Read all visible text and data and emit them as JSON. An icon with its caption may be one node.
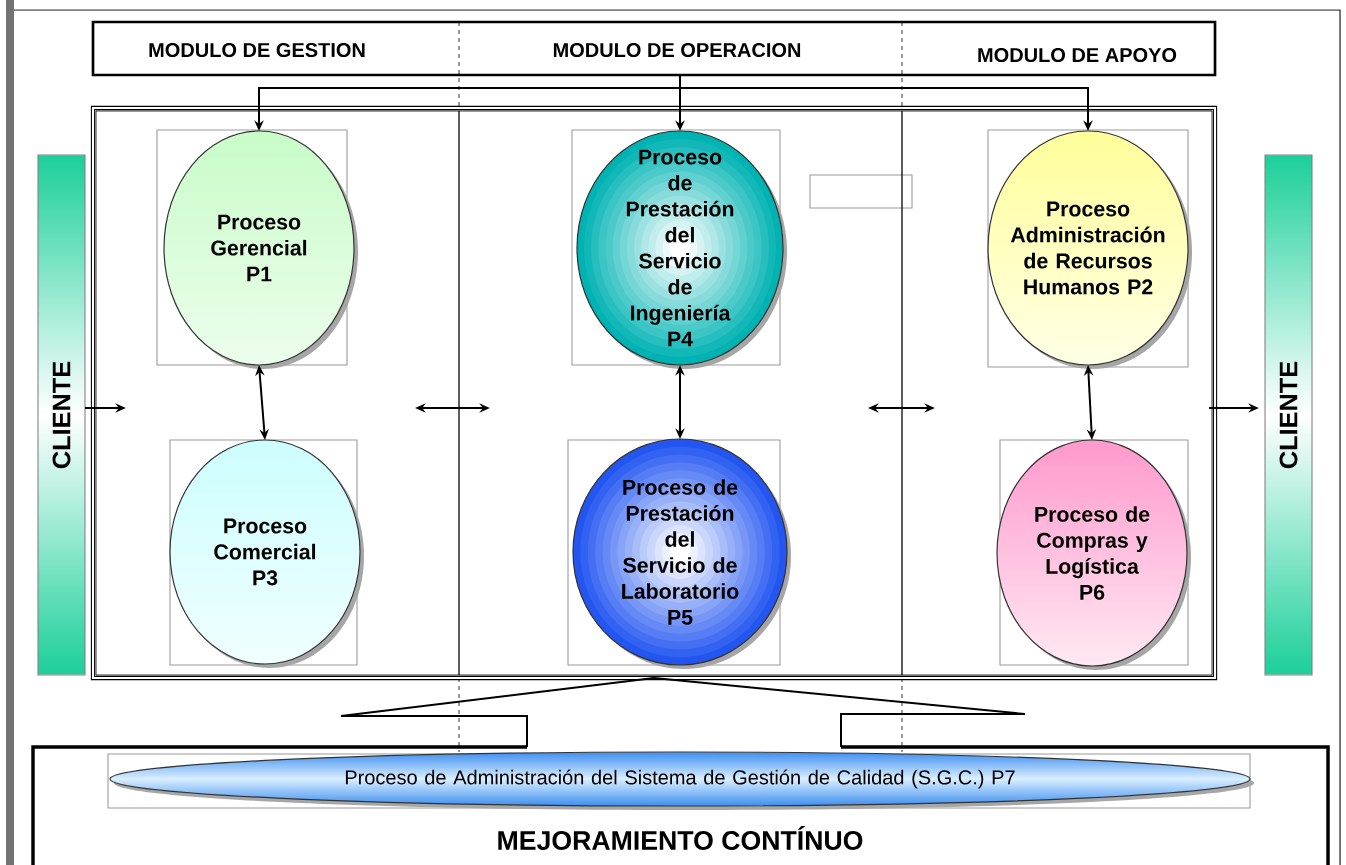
{
  "diagram": {
    "nodes": [
      {
        "text": [
          "MODULO DE GESTION",
          "MODULO DE OPERACION",
          "MODULO DE APOYO"
        ]
      },
      {
        "text": [
          "CLIENTE"
        ]
      },
      {
        "text": [],
        "shape": "box"
      },
      {
        "text": [],
        "shape": "box",
        "in": 2
      },
      {
        "text": [
          "Proceso Gerencial P1"
        ],
        "in": 3
      },
      {
        "text": [
          "Proceso Comercial P3"
        ],
        "in": 3
      },
      {
        "text": [],
        "shape": "box",
        "in": 2
      },
      {
        "text": [
          "Proceso de Prestación del Servicio de Ingeniería P4"
        ],
        "in": 6
      },
      {
        "text": [
          "Proceso de Prestación del Servicio de Laboratorio P5"
        ],
        "in": 6
      },
      {
        "text": [],
        "shape": "box",
        "in": 2
      },
      {
        "text": [
          "Proceso Administración de Recursos Humanos P2"
        ],
        "in": 9
      },
      {
        "text": [
          "Proceso de Compras y Logística P6"
        ],
        "in": 9
      },
      {
        "text": [
          "CLIENTE"
        ]
      },
      {
        "text": [
          "MEJORAMIENTO CONTÍNUO"
        ]
      },
      {
        "text": [
          "Proceso de Administración del Sistema de Gestión de Calidad (S.G.C.) P7"
        ],
        "in": 13
      }
    ],
    "edges": [
      {
        "from": 0,
        "to": 4,
        "arrow": "to"
      },
      {
        "from": 0,
        "to": 7,
        "arrow": "to"
      },
      {
        "from": 0,
        "to": 10,
        "arrow": "to"
      },
      {
        "from": 1,
        "to": 3,
        "arrow": "to"
      },
      {
        "from": 3,
        "to": 6,
        "arrow": "both"
      },
      {
        "from": 6,
        "to": 9,
        "arrow": "both"
      },
      {
        "from": 9,
        "to": 12,
        "arrow": "to"
      },
      {
        "from": 4,
        "to": 5,
        "arrow": "both"
      },
      {
        "from": 7,
        "to": 8,
        "arrow": "both"
      },
      {
        "from": 10,
        "to": 11,
        "arrow": "both"
      },
      {
        "from": 2,
        "to": 13,
        "arrow": "none"
      }
    ]
  }
}
